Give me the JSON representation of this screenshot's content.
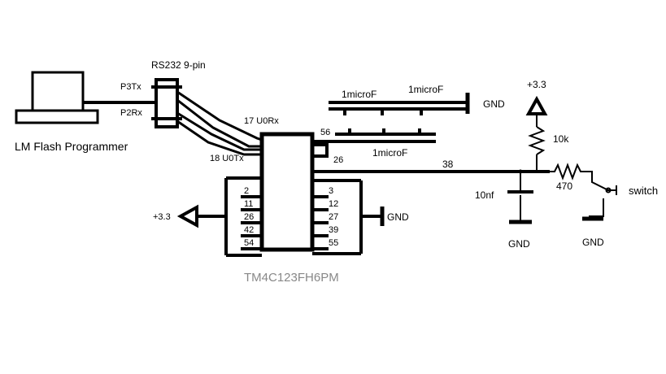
{
  "labels": {
    "connector": "RS232 9-pin",
    "p3tx": "P3Tx",
    "p2rx": "P2Rx",
    "programmer": "LM Flash Programmer",
    "u0rx": "17 U0Rx",
    "u0tx": "18 U0Tx",
    "cap_a": "1microF",
    "cap_b": "1microF",
    "cap_c": "1microF",
    "gnd_caps": "GND",
    "pin56": "56",
    "pin26_right": "26",
    "pin38": "38",
    "supply_top": "+3.3",
    "res_pullup": "10k",
    "res_series": "470",
    "switch": "switch",
    "cap_filter": "10nf",
    "gnd_filter": "GND",
    "gnd_switch": "GND",
    "gnd_chip_right": "GND",
    "supply_left": "+3.3",
    "chip_name": "TM4C123FH6PM"
  },
  "chip_pins_left": [
    "2",
    "11",
    "26",
    "42",
    "54"
  ],
  "chip_pins_right": [
    "3",
    "12",
    "27",
    "39",
    "55"
  ]
}
